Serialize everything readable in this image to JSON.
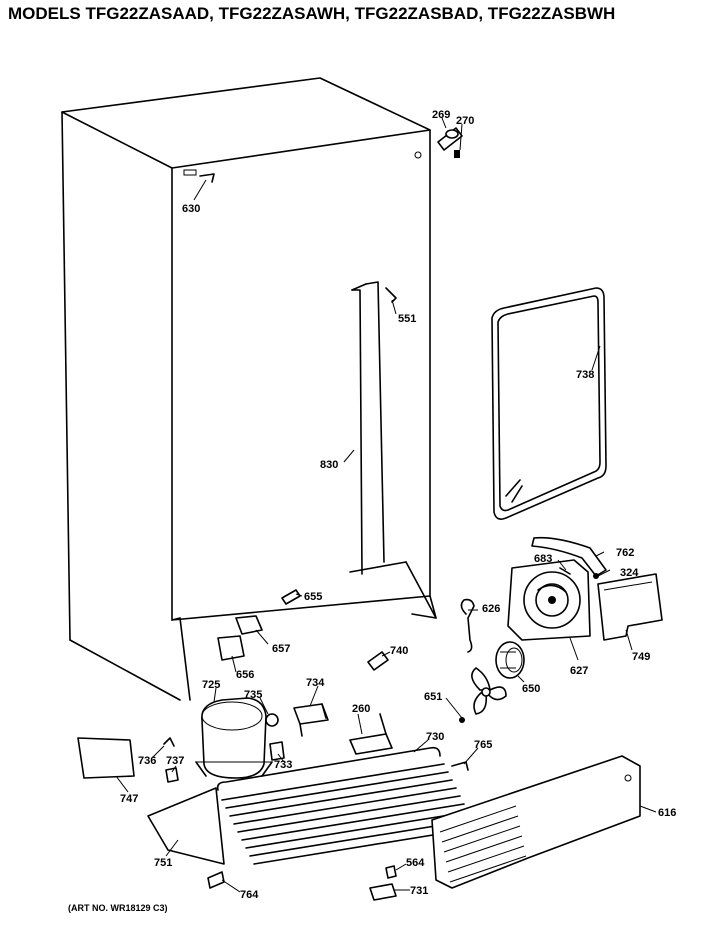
{
  "header": {
    "title": "MODELS TFG22ZASAAD, TFG22ZASAWH, TFG22ZASBAD, TFG22ZASBWH"
  },
  "footer": {
    "art_number": "(ART NO. WR18129 C3)"
  },
  "parts": [
    {
      "id": "269"
    },
    {
      "id": "270"
    },
    {
      "id": "630"
    },
    {
      "id": "551"
    },
    {
      "id": "738"
    },
    {
      "id": "830"
    },
    {
      "id": "683"
    },
    {
      "id": "762"
    },
    {
      "id": "324"
    },
    {
      "id": "655"
    },
    {
      "id": "626"
    },
    {
      "id": "657"
    },
    {
      "id": "656"
    },
    {
      "id": "740"
    },
    {
      "id": "725"
    },
    {
      "id": "734"
    },
    {
      "id": "735"
    },
    {
      "id": "260"
    },
    {
      "id": "651"
    },
    {
      "id": "650"
    },
    {
      "id": "627"
    },
    {
      "id": "749"
    },
    {
      "id": "730"
    },
    {
      "id": "765"
    },
    {
      "id": "736"
    },
    {
      "id": "737"
    },
    {
      "id": "733"
    },
    {
      "id": "747"
    },
    {
      "id": "751"
    },
    {
      "id": "564"
    },
    {
      "id": "731"
    },
    {
      "id": "764"
    },
    {
      "id": "616"
    }
  ]
}
